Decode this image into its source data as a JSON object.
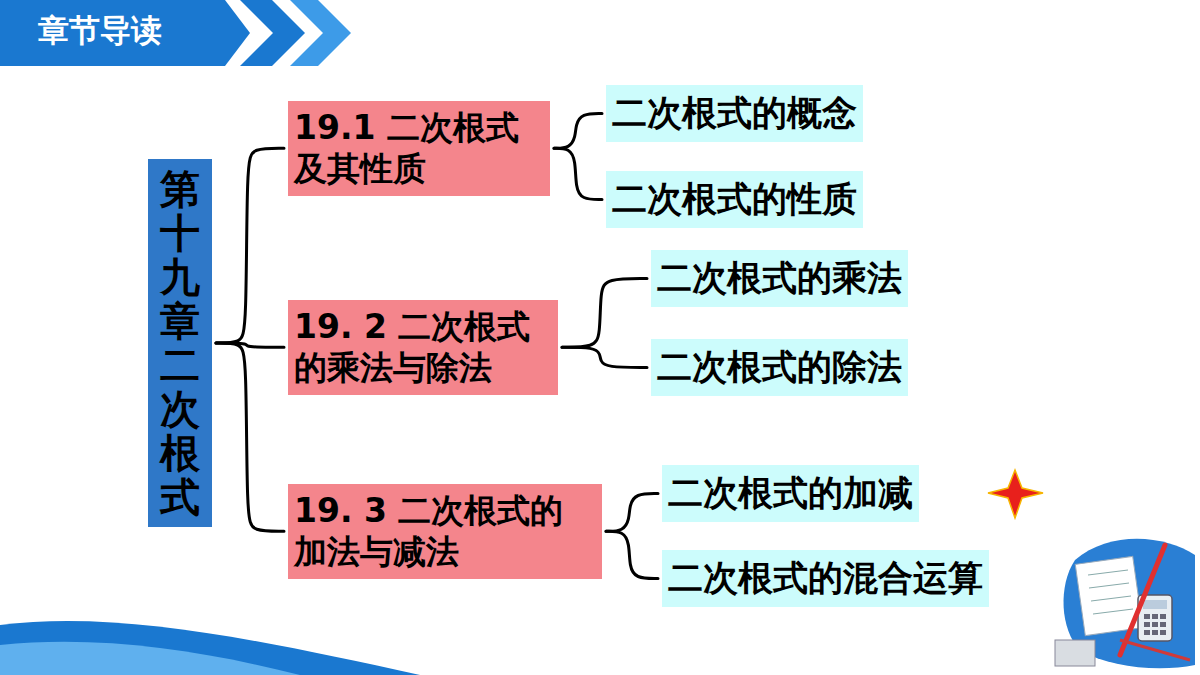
{
  "diagram": {
    "title": "章节导读",
    "nodes": [
      {
        "text": [
          "第十九章 二次根式"
        ]
      },
      {
        "text": [
          "19.1 二次根式及其性质"
        ]
      },
      {
        "text": [
          "二次根式的概念"
        ]
      },
      {
        "text": [
          "二次根式的性质"
        ]
      },
      {
        "text": [
          "19. 2 二次根式的乘法与除法"
        ]
      },
      {
        "text": [
          "二次根式的乘法"
        ]
      },
      {
        "text": [
          "二次根式的除法"
        ]
      },
      {
        "text": [
          "19. 3 二次根式的加法与减法"
        ]
      },
      {
        "text": [
          "二次根式的加减"
        ]
      },
      {
        "text": [
          "二次根式的混合运算"
        ]
      }
    ],
    "edges": [
      {
        "from": 0,
        "to": 1,
        "arrow": "none"
      },
      {
        "from": 0,
        "to": 4,
        "arrow": "none"
      },
      {
        "from": 0,
        "to": 7,
        "arrow": "none"
      },
      {
        "from": 1,
        "to": 2,
        "arrow": "none"
      },
      {
        "from": 1,
        "to": 3,
        "arrow": "none"
      },
      {
        "from": 4,
        "to": 5,
        "arrow": "none"
      },
      {
        "from": 4,
        "to": 6,
        "arrow": "none"
      },
      {
        "from": 7,
        "to": 8,
        "arrow": "none"
      },
      {
        "from": 7,
        "to": 9,
        "arrow": "none"
      }
    ]
  }
}
